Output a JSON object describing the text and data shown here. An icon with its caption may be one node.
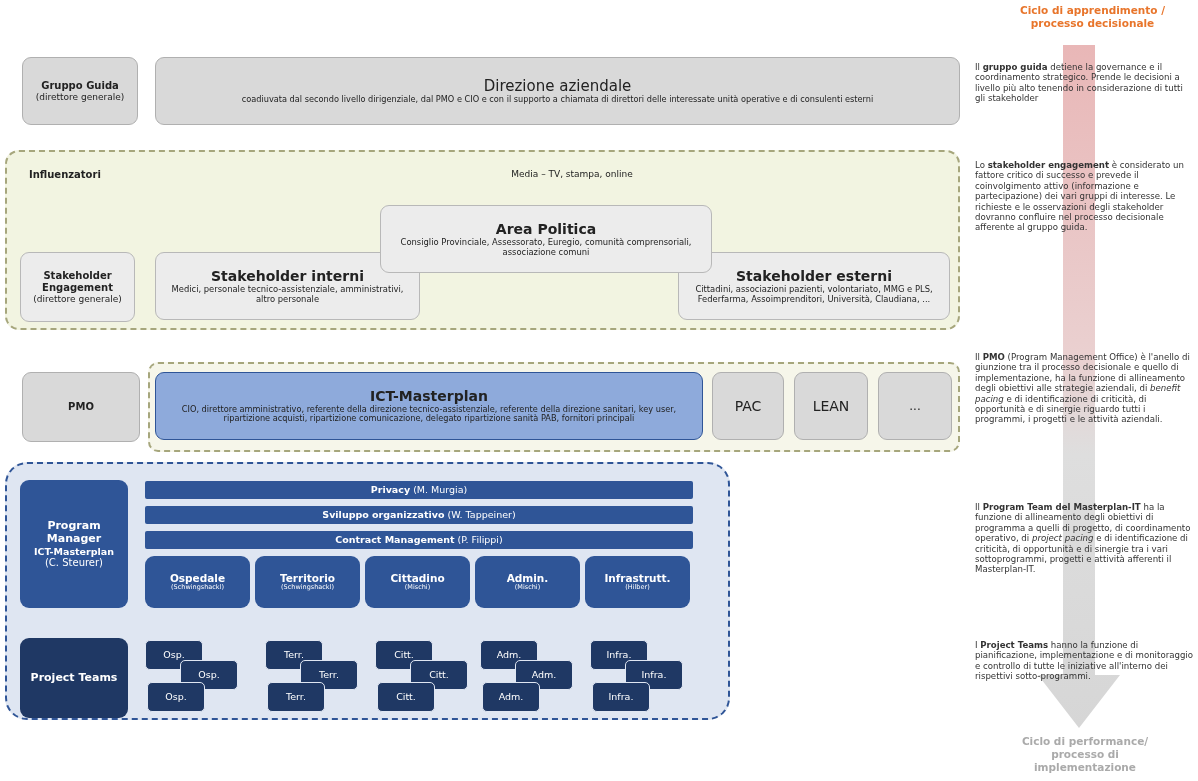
{
  "diagram": {
    "nodes": [
      {
        "text": [
          "Gruppo Guida",
          "(direttore generale)"
        ]
      },
      {
        "text": [
          "Direzione aziendale",
          "coadiuvata dal secondo livello dirigenziale, dal PMO e CIO e con il supporto a chiamata di direttori delle interessate unità operative e di consulenti esterni"
        ]
      },
      {
        "text": [
          "Influenzatori",
          "Media – TV, stampa, online"
        ]
      },
      {
        "text": [
          "Stakeholder Engagement",
          "(direttore generale)"
        ],
        "in": 2
      },
      {
        "text": [
          "Stakeholder interni",
          "Medici, personale tecnico-assistenziale, amministrativi, altro personale"
        ],
        "in": 2
      },
      {
        "text": [
          "Area Politica",
          "Consiglio Provinciale, Assessorato, Euregio, comunità comprensoriali, associazione comuni"
        ],
        "in": 2
      },
      {
        "text": [
          "Stakeholder esterni",
          "Cittadini, associazioni pazienti, volontariato, MMG e PLS, Federfarma, Assoimprenditori, Università, Claudiana, ..."
        ],
        "in": 2
      },
      {
        "text": [
          "PMO"
        ]
      },
      {
        "text": [],
        "shape": "box"
      },
      {
        "text": [
          "ICT-Masterplan",
          "CIO, direttore amministrativo, referente della direzione tecnico-assistenziale, referente della direzione sanitari, key user, ripartizione acquisti, ripartizione comunicazione, delegato ripartizione sanità PAB, fornitori principali"
        ],
        "in": 8
      },
      {
        "text": [
          "PAC"
        ],
        "in": 8
      },
      {
        "text": [
          "LEAN"
        ],
        "in": 8
      },
      {
        "text": [
          "..."
        ],
        "in": 8
      },
      {
        "text": [],
        "shape": "box"
      },
      {
        "text": [
          "Program Manager",
          "ICT-Masterplan",
          "(C. Steurer)"
        ],
        "in": 13
      },
      {
        "text": [
          "**Privacy** (M. Murgia)"
        ],
        "in": 13
      },
      {
        "text": [
          "**Sviluppo organizzativo** (W. Tappeiner)"
        ],
        "in": 13
      },
      {
        "text": [
          "**Contract Management** (P. Filippi)"
        ],
        "in": 13
      },
      {
        "text": [
          "Ospedale",
          "(Schwingshackl)"
        ],
        "in": 13
      },
      {
        "text": [
          "Territorio",
          "(Schwingshackl)"
        ],
        "in": 13
      },
      {
        "text": [
          "Cittadino",
          "(Mischi)"
        ],
        "in": 13
      },
      {
        "text": [
          "Admin.",
          "(Mischi)"
        ],
        "in": 13
      },
      {
        "text": [
          "Infrastrutt.",
          "(Hilber)"
        ],
        "in": 13
      },
      {
        "text": [
          "Project Teams"
        ],
        "in": 13
      },
      {
        "text": [
          "Osp."
        ],
        "in": 13
      },
      {
        "text": [
          "Osp."
        ],
        "in": 13
      },
      {
        "text": [
          "Osp."
        ],
        "in": 13
      },
      {
        "text": [
          "Terr."
        ],
        "in": 13
      },
      {
        "text": [
          "Terr."
        ],
        "in": 13
      },
      {
        "text": [
          "Terr."
        ],
        "in": 13
      },
      {
        "text": [
          "Citt."
        ],
        "in": 13
      },
      {
        "text": [
          "Citt."
        ],
        "in": 13
      },
      {
        "text": [
          "Citt."
        ],
        "in": 13
      },
      {
        "text": [
          "Adm."
        ],
        "in": 13
      },
      {
        "text": [
          "Adm."
        ],
        "in": 13
      },
      {
        "text": [
          "Adm."
        ],
        "in": 13
      },
      {
        "text": [
          "Infra."
        ],
        "in": 13
      },
      {
        "text": [
          "Infra."
        ],
        "in": 13
      },
      {
        "text": [
          "Infra."
        ],
        "in": 13
      }
    ],
    "labels": [
      "Ciclo di apprendimento / processo decisionale",
      "Il **gruppo guida** detiene la governance e il coordinamento strategico. Prende le decisioni a livello più alto tenendo in considerazione di tutti gli stakeholder",
      "Lo **stakeholder engagement** è considerato un fattore critico di successo e prevede il coinvolgimento attivo (informazione e partecipazione) dei vari gruppi di interesse. Le richieste e le osservazioni degli stakeholder dovranno confluire nel processo decisionale afferente al gruppo guida.",
      "Il **PMO** (Program Management Office) è l'anello di giunzione tra il processo decisionale e quello di implementazione, ha la funzione di allineamento degli obiettivi alle strategie aziendali, di *benefit pacing* e di identificazione di criticità, di opportunità e di sinergie riguardo tutti i programmi, i progetti e le attività aziendali.",
      "Il **Program Team del Masterplan-IT** ha la funzione di allineamento degli obiettivi di programma a quelli di progetto, di coordinamento operativo, di *project pacing* e di identificazione di criticità, di opportunità e di sinergie tra i vari sottoprogrammi, progetti e attività afferenti il Masterplan-IT.",
      "I **Project Teams** hanno la funzione di pianificazione, implementazione e di monitoraggio e controllo di tutte le iniziative all'interno dei rispettivi sotto-programmi.",
      "Ciclo di performance/ processo di implementazione"
    ]
  }
}
